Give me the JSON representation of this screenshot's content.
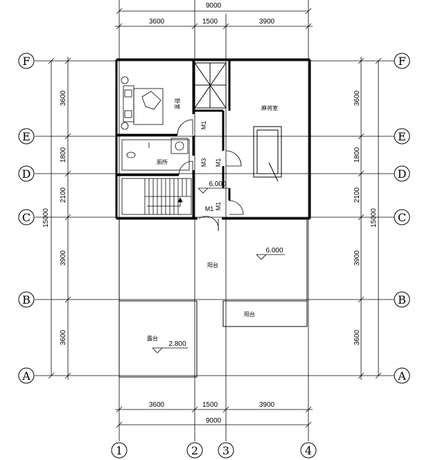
{
  "plan": {
    "dims_top": {
      "total": "9000",
      "segments": [
        "3600",
        "1500",
        "3900"
      ]
    },
    "dims_bottom": {
      "total": "9000",
      "segments": [
        "3600",
        "1500",
        "3900"
      ]
    },
    "dims_left": {
      "total": "15000",
      "segments": [
        "3600",
        "1800",
        "2100",
        "3900",
        "3600"
      ]
    },
    "dims_right": {
      "total": "15000",
      "segments": [
        "3600",
        "1800",
        "2100",
        "3900",
        "3600"
      ]
    },
    "axes_vertical": [
      "1",
      "2",
      "3",
      "4"
    ],
    "axes_horizontal": [
      "F",
      "E",
      "D",
      "C",
      "B",
      "A"
    ],
    "rooms": {
      "bedroom": "卧室",
      "mahjong": "麻将室",
      "bathroom": "厕所",
      "balcony_main": "阳台",
      "balcony_small": "阳台",
      "terrace": "露台"
    },
    "doors": {
      "m1": "M1",
      "m3": "M3"
    },
    "levels": {
      "stair_landing": "6.000",
      "balcony": "6.000",
      "terrace": "2.800"
    }
  }
}
